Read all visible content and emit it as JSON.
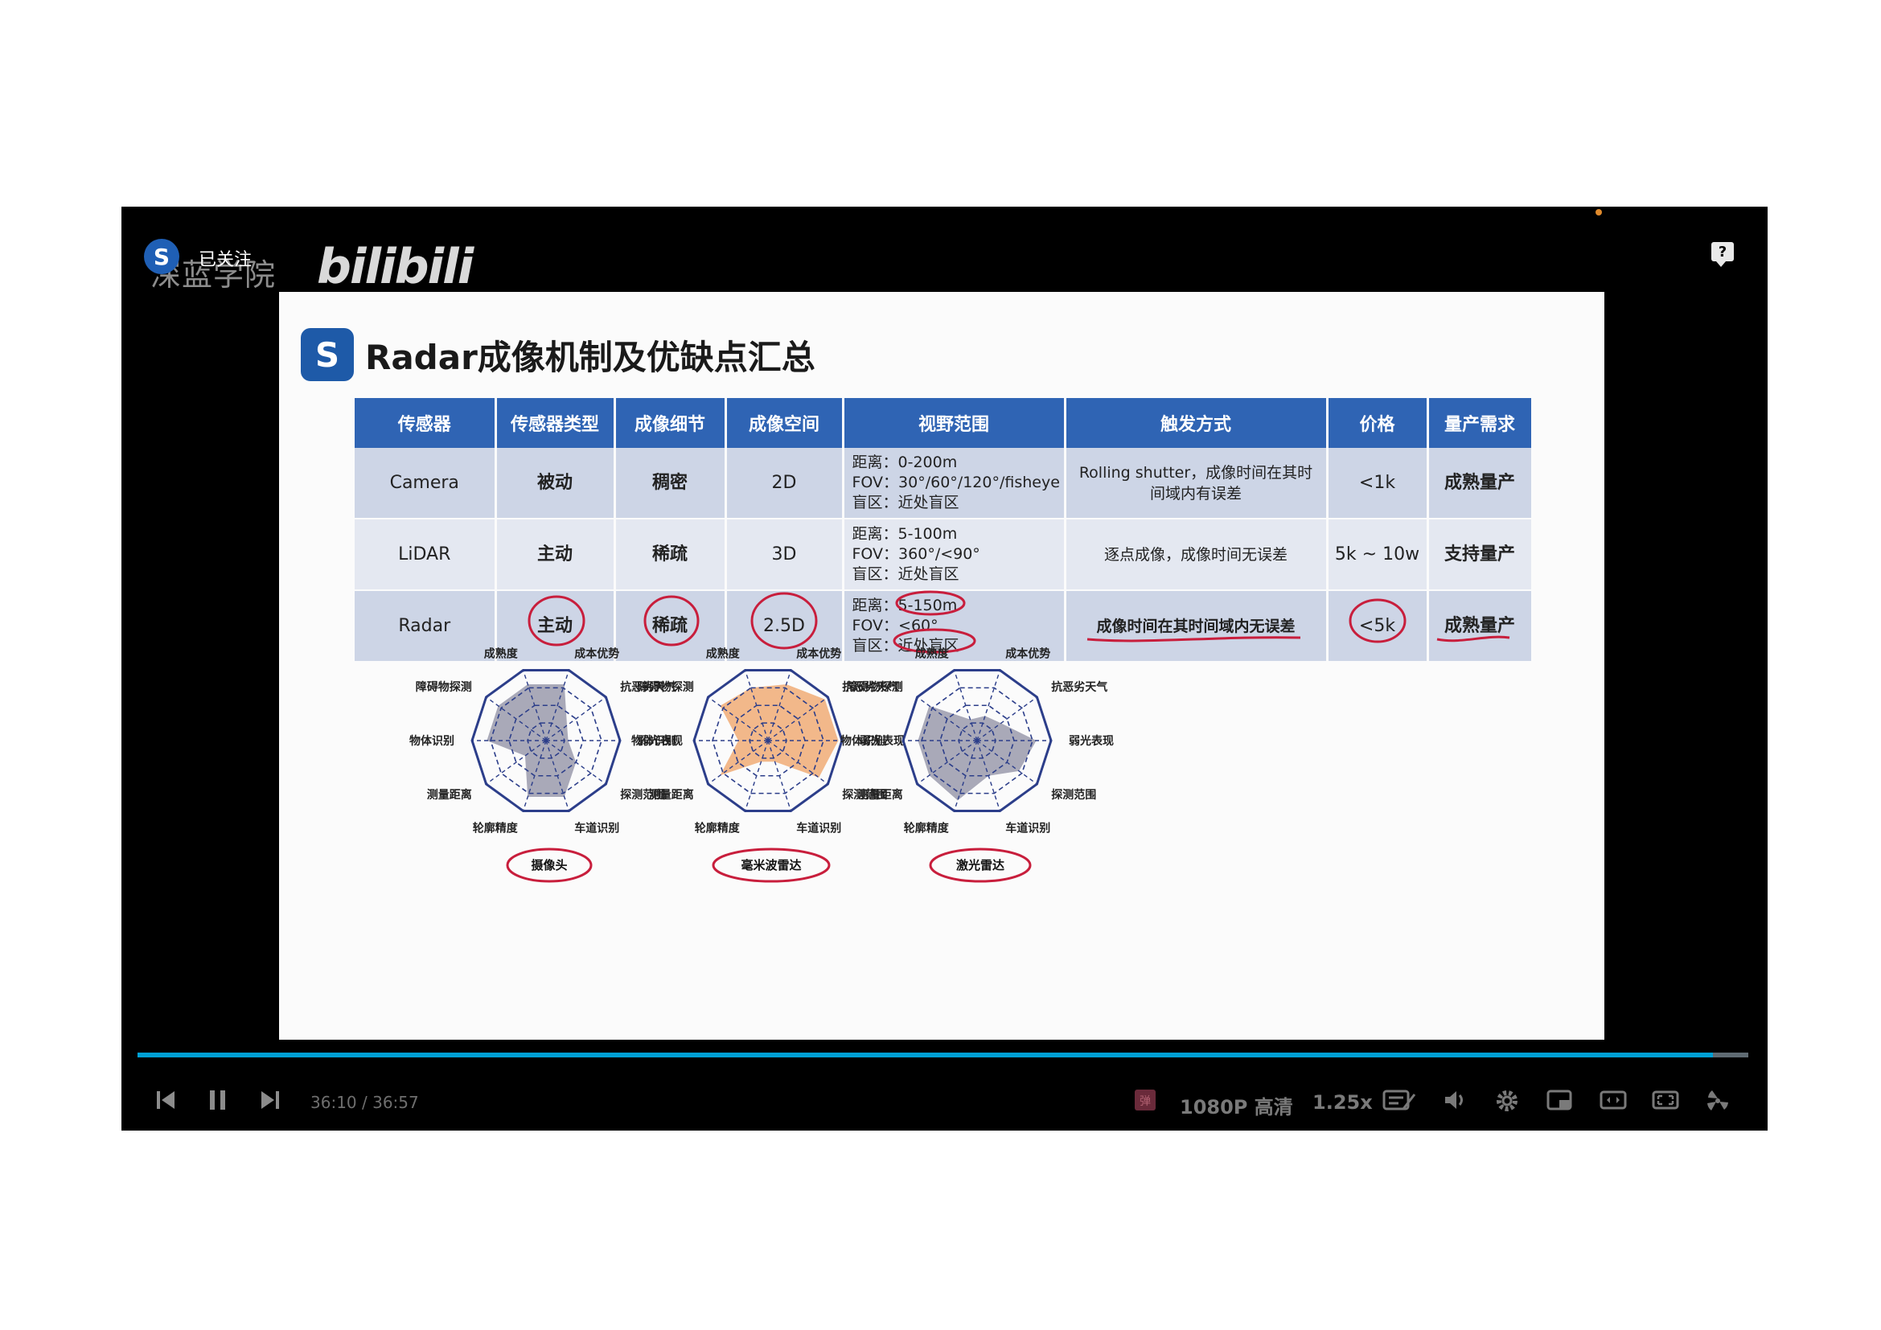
{
  "channel": {
    "name": "深蓝学院",
    "follow_label": "已关注",
    "badge": "S",
    "site_logo": "bilibili"
  },
  "slide": {
    "logo": "S",
    "title": "Radar成像机制及优缺点汇总",
    "table": {
      "headers": [
        "传感器",
        "传感器类型",
        "成像细节",
        "成像空间",
        "视野范围",
        "触发方式",
        "价格",
        "量产需求"
      ],
      "rows": [
        {
          "sensor": "Camera",
          "type": "被动",
          "detail": "稠密",
          "space": "2D",
          "fov_lines": [
            "距离：0-200m",
            "FOV：30°/60°/120°/fisheye",
            "盲区：近处盲区"
          ],
          "trigger_lines": [
            "Rolling shutter，成像时间在其时",
            "间域内有误差"
          ],
          "price": "<1k",
          "production": "成熟量产"
        },
        {
          "sensor": "LiDAR",
          "type": "主动",
          "detail": "稀疏",
          "space": "3D",
          "fov_lines": [
            "距离：5-100m",
            "FOV：360°/<90°",
            "盲区：近处盲区"
          ],
          "trigger_lines": [
            "逐点成像，成像时间无误差"
          ],
          "price": "5k ~ 10w",
          "production": "支持量产"
        },
        {
          "sensor": "Radar",
          "type": "主动",
          "detail": "稀疏",
          "space": "2.5D",
          "fov_lines": [
            "距离：5-150m",
            "FOV：<60°",
            "盲区：近处盲区"
          ],
          "trigger_lines": [
            "成像时间在其时间域内无误差"
          ],
          "price": "<5k",
          "production": "成熟量产"
        }
      ]
    },
    "radar_axes": [
      "成熟度",
      "成本优势",
      "抗恶劣天气",
      "弱光表现",
      "探测范围",
      "车道识别",
      "轮廓精度",
      "测量距离",
      "物体识别",
      "障碍物探测"
    ],
    "radar_charts": [
      {
        "name": "摄像头",
        "fill": "#a9a9b8",
        "values": [
          0.8,
          0.8,
          0.35,
          0.3,
          0.5,
          0.8,
          0.8,
          0.35,
          0.8,
          0.8
        ]
      },
      {
        "name": "毫米波雷达",
        "fill": "#f2b88a",
        "values": [
          0.75,
          0.8,
          0.95,
          0.95,
          0.85,
          0.3,
          0.3,
          0.8,
          0.4,
          0.8
        ]
      },
      {
        "name": "激光雷达",
        "fill": "#a9a9b8",
        "values": [
          0.3,
          0.35,
          0.4,
          0.8,
          0.7,
          0.5,
          0.85,
          0.8,
          0.8,
          0.8
        ]
      }
    ],
    "ink_color": "#c81e3c"
  },
  "player": {
    "progress": 0.978,
    "time_current": "36:10",
    "time_sep": "/",
    "time_total": "36:57",
    "quality": "1080P 高清",
    "speed": "1.25x",
    "accent": "#00a1d6"
  }
}
